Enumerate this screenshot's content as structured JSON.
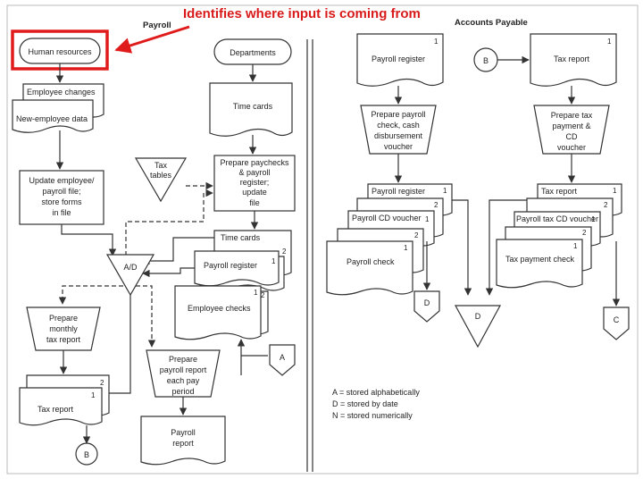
{
  "annotation": "Identifies where input is coming from",
  "colors": {
    "annotation_text": "#d81a1a",
    "highlight": "#e01b1b",
    "ink": "#333333"
  },
  "sections": {
    "payroll": "Payroll",
    "accounts_payable": "Accounts Payable"
  },
  "payroll": {
    "human_resources": "Human resources",
    "departments": "Departments",
    "employee_changes": "Employee changes",
    "new_employee_data": "New-employee data",
    "time_cards": "Time cards",
    "update_file": [
      "Update employee/",
      "payroll file;",
      "store forms",
      "in file"
    ],
    "tax_tables": [
      "Tax",
      "tables"
    ],
    "prepare_paychecks": [
      "Prepare paychecks",
      "& payroll",
      "register;",
      "update",
      "file"
    ],
    "time_cards_doc": "Time cards",
    "payroll_register_doc": "Payroll register",
    "employee_checks": "Employee checks",
    "file_ad": "A/D",
    "prepare_monthly": [
      "Prepare",
      "monthly",
      "tax report"
    ],
    "tax_report_doc": "Tax report",
    "prepare_pp_report": [
      "Prepare",
      "payroll report",
      "each pay",
      "period"
    ],
    "payroll_report": [
      "Payroll",
      "report"
    ],
    "connector_b": "B",
    "file_a": "A"
  },
  "ap": {
    "payroll_register": "Payroll register",
    "tax_report": "Tax report",
    "connector_b": "B",
    "prepare_payroll_check": [
      "Prepare payroll",
      "check, cash",
      "disbursement",
      "voucher"
    ],
    "prepare_tax_payment": [
      "Prepare tax",
      "payment &",
      "CD",
      "voucher"
    ],
    "payroll_register_doc": "Payroll register",
    "payroll_cd_voucher": "Payroll CD voucher",
    "payroll_check": "Payroll check",
    "tax_report_doc": "Tax report",
    "payroll_tax_cd_voucher": "Payroll tax CD voucher",
    "tax_payment_check": "Tax payment check",
    "file_d_left": "D",
    "file_d_mid": "D",
    "connector_c": "C"
  },
  "legend": [
    "A = stored alphabetically",
    "D = stored by date",
    "N = stored numerically"
  ],
  "copy_numbers": {
    "one": "1",
    "two": "2"
  }
}
